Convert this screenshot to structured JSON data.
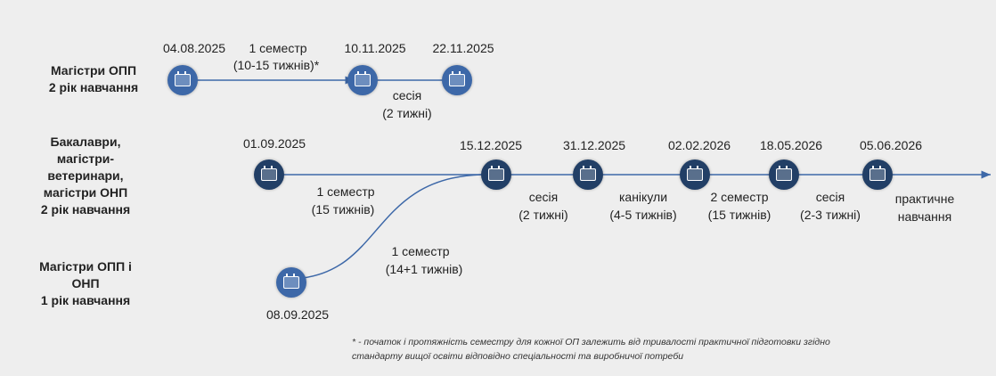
{
  "rows": [
    {
      "label": "Магістри ОПП\n2 рік навчання",
      "dates": [
        "04.08.2025",
        "10.11.2025",
        "22.11.2025"
      ],
      "segments": [
        {
          "title": "1 семестр",
          "duration": "(10-15 тижнів)*"
        },
        {
          "title": "сесія",
          "duration": "(2 тижні)"
        }
      ]
    },
    {
      "label": "Бакалаври,\nмагістри-\nветеринари,\nмагістри ОНП\n2 рік навчання",
      "dates": [
        "01.09.2025",
        "15.12.2025",
        "31.12.2025",
        "02.02.2026",
        "18.05.2026",
        "05.06.2026"
      ],
      "segments": [
        {
          "title": "1 семестр",
          "duration": "(15 тижнів)"
        },
        {
          "title": "сесія",
          "duration": "(2 тижні)"
        },
        {
          "title": "канікули",
          "duration": "(4-5 тижнів)"
        },
        {
          "title": "2 семестр",
          "duration": "(15 тижнів)"
        },
        {
          "title": "сесія",
          "duration": "(2-3 тижні)"
        },
        {
          "title": "практичне",
          "duration": "навчання"
        }
      ]
    },
    {
      "label": "Магістри ОПП і\nОНП\n1 рік навчання",
      "dates": [
        "08.09.2025"
      ],
      "segments": [
        {
          "title": "1 семестр",
          "duration": "(14+1 тижнів)"
        }
      ]
    }
  ],
  "footnote": "* - початок і протяжність семестру для кожної ОП залежить від тривалості практичної підготовки згідно стандарту вищої освіти відповідно спеціальності та виробничої потреби",
  "colors": {
    "line": "#3d68a8",
    "icon_row1": "#3d68a8",
    "icon_row2": "#223f66"
  }
}
